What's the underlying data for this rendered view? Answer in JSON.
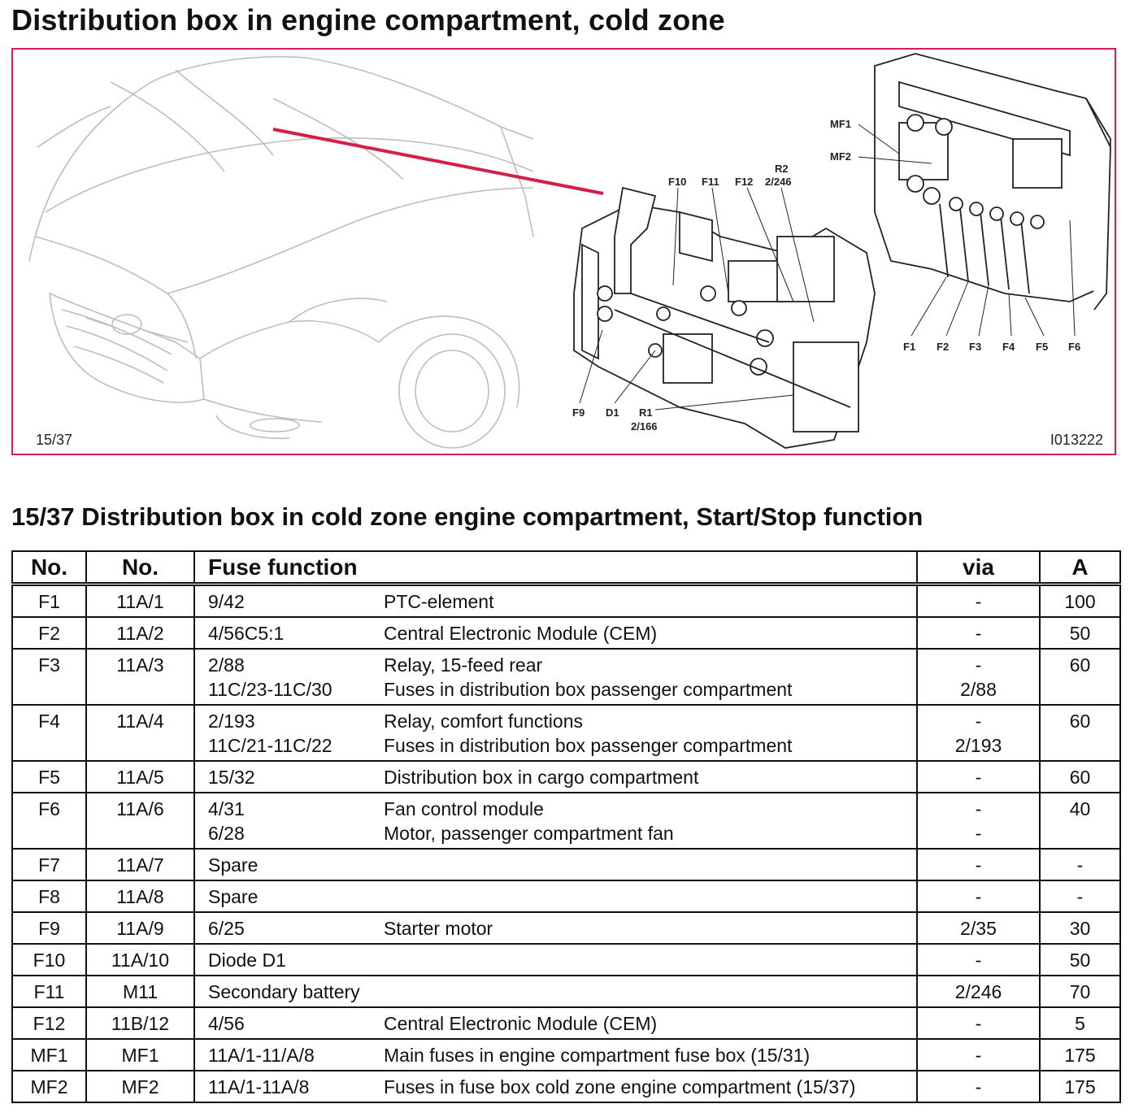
{
  "title": "Distribution box in engine compartment, cold zone",
  "figure": {
    "page_ref": "15/37",
    "image_id": "I013222",
    "accent_color": "#d3204a",
    "labels": {
      "f10": "F10",
      "f11": "F11",
      "f12": "F12",
      "r2": "R2",
      "r2_num": "2/246",
      "mf1": "MF1",
      "mf2": "MF2",
      "f1": "F1",
      "f2": "F2",
      "f3": "F3",
      "f4": "F4",
      "f5": "F5",
      "f6": "F6",
      "f9": "F9",
      "d1": "D1",
      "r1": "R1",
      "r1_num": "2/166"
    }
  },
  "table_title": "15/37 Distribution box in cold zone engine compartment, Start/Stop function",
  "table": {
    "headers": {
      "no": "No.",
      "no2": "No.",
      "function": "Fuse function",
      "via": "via",
      "amp": "A"
    },
    "rows": [
      {
        "no": "F1",
        "no2": "11A/1",
        "lines": [
          {
            "code": "9/42",
            "desc": "PTC-element",
            "via": "-"
          }
        ],
        "amp": "100"
      },
      {
        "no": "F2",
        "no2": "11A/2",
        "lines": [
          {
            "code": "4/56C5:1",
            "desc": "Central Electronic Module (CEM)",
            "via": "-"
          }
        ],
        "amp": "50"
      },
      {
        "no": "F3",
        "no2": "11A/3",
        "lines": [
          {
            "code": "2/88",
            "desc": "Relay, 15-feed rear",
            "via": "-"
          },
          {
            "code": "11C/23-11C/30",
            "desc": "Fuses in distribution box passenger compartment",
            "via": "2/88"
          }
        ],
        "amp": "60"
      },
      {
        "no": "F4",
        "no2": "11A/4",
        "lines": [
          {
            "code": "2/193",
            "desc": "Relay, comfort functions",
            "via": "-"
          },
          {
            "code": "11C/21-11C/22",
            "desc": "Fuses in distribution box passenger compartment",
            "via": "2/193"
          }
        ],
        "amp": "60"
      },
      {
        "no": "F5",
        "no2": "11A/5",
        "lines": [
          {
            "code": "15/32",
            "desc": "Distribution box in cargo compartment",
            "via": "-"
          }
        ],
        "amp": "60"
      },
      {
        "no": "F6",
        "no2": "11A/6",
        "lines": [
          {
            "code": "4/31",
            "desc": "Fan control module",
            "via": "-"
          },
          {
            "code": "6/28",
            "desc": "Motor, passenger compartment fan",
            "via": "-"
          }
        ],
        "amp": "40"
      },
      {
        "no": "F7",
        "no2": "11A/7",
        "lines": [
          {
            "code": "Spare",
            "desc": "",
            "via": "-"
          }
        ],
        "amp": "-"
      },
      {
        "no": "F8",
        "no2": "11A/8",
        "lines": [
          {
            "code": "Spare",
            "desc": "",
            "via": "-"
          }
        ],
        "amp": "-"
      },
      {
        "no": "F9",
        "no2": "11A/9",
        "lines": [
          {
            "code": "6/25",
            "desc": "Starter motor",
            "via": "2/35"
          }
        ],
        "amp": "30"
      },
      {
        "no": "F10",
        "no2": "11A/10",
        "lines": [
          {
            "code": "Diode D1",
            "desc": "",
            "via": "-"
          }
        ],
        "amp": "50"
      },
      {
        "no": "F11",
        "no2": "M11",
        "lines": [
          {
            "code": "Secondary battery",
            "desc": "",
            "via": "2/246"
          }
        ],
        "amp": "70"
      },
      {
        "no": "F12",
        "no2": "11B/12",
        "lines": [
          {
            "code": "4/56",
            "desc": "Central Electronic Module (CEM)",
            "via": "-"
          }
        ],
        "amp": "5"
      },
      {
        "no": "MF1",
        "no2": "MF1",
        "lines": [
          {
            "code": "11A/1-11/A/8",
            "desc": "Main fuses in engine compartment fuse box (15/31)",
            "via": "-"
          }
        ],
        "amp": "175"
      },
      {
        "no": "MF2",
        "no2": "MF2",
        "lines": [
          {
            "code": "11A/1-11A/8",
            "desc": "Fuses in fuse box cold zone engine compartment (15/37)",
            "via": "-"
          }
        ],
        "amp": "175"
      }
    ]
  }
}
